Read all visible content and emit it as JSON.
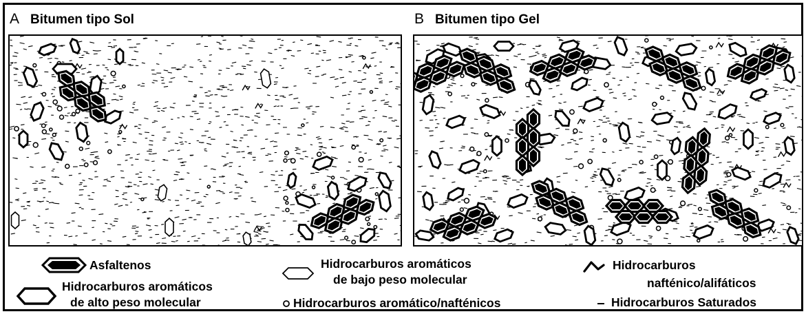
{
  "panels": [
    {
      "letter": "A",
      "title": "Bitumen tipo Sol"
    },
    {
      "letter": "B",
      "title": "Bitumen tipo Gel"
    }
  ],
  "legend": {
    "asfaltenos": "Asfaltenos",
    "high_mw_line1": "Hidrocarburos aromáticos",
    "high_mw_line2": "de alto peso molecular",
    "low_mw_line1": "Hidrocarburos aromáticos",
    "low_mw_line2": "de bajo peso molecular",
    "aro_naft": "Hidrocarburos aromático/nafténicos",
    "naft_alif_line1": "Hidrocarburos",
    "naft_alif_line2": "nafténico/alifáticos",
    "saturados": "Hidrocarburos Saturados"
  },
  "icons": {
    "asphaltene": "asphaltene-icon",
    "high_mw": "hexagon-outline-thick-icon",
    "low_mw": "hexagon-outline-thin-icon",
    "aro_naft": "small-circle-icon",
    "naft_alif": "zigzag-icon",
    "saturated": "dash-icon"
  },
  "colors": {
    "ink": "#000000",
    "background": "#ffffff"
  }
}
